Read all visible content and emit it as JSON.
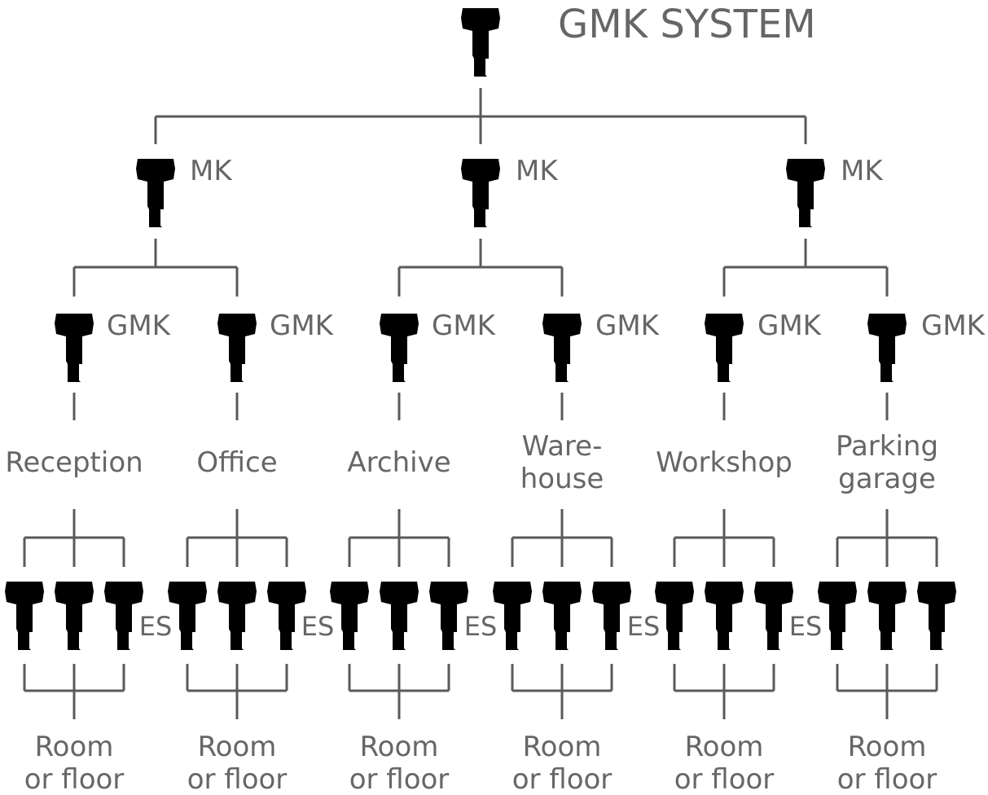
{
  "title": "GMK SYSTEM",
  "colors": {
    "line": "#5a5a5a",
    "text": "#666666"
  },
  "icon": "key-icon",
  "master_keys": [
    {
      "label": "MK"
    },
    {
      "label": "MK"
    },
    {
      "label": "MK"
    }
  ],
  "group_keys": [
    {
      "label": "GMK",
      "area": [
        "Reception"
      ]
    },
    {
      "label": "GMK",
      "area": [
        "Office"
      ]
    },
    {
      "label": "GMK",
      "area": [
        "Archive"
      ]
    },
    {
      "label": "GMK",
      "area": [
        "Ware-",
        "house"
      ]
    },
    {
      "label": "GMK",
      "area": [
        "Workshop"
      ]
    },
    {
      "label": "GMK",
      "area": [
        "Parking",
        "garage"
      ]
    }
  ],
  "es_label": "ES",
  "es_count": 5,
  "keys_per_group": 3,
  "room_label": [
    "Room",
    "or floor"
  ]
}
